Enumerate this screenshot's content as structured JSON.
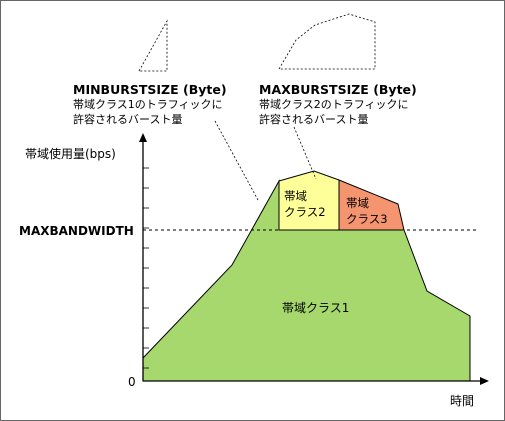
{
  "labels": {
    "minburst_title": "MINBURSTSIZE (Byte)",
    "minburst_desc_line1": "帯域クラス1のトラフィックに",
    "minburst_desc_line2": "許容されるバースト量",
    "maxburst_title": "MAXBURSTSIZE (Byte)",
    "maxburst_desc_line1": "帯域クラス2のトラフィックに",
    "maxburst_desc_line2": "許容されるバースト量",
    "y_axis": "帯域使用量(bps)",
    "x_axis": "時間",
    "maxbandwidth": "MAXBANDWIDTH",
    "zero": "0"
  },
  "regions": {
    "class1": "帯域クラス1",
    "class2_line1": "帯域",
    "class2_line2": "クラス2",
    "class3_line1": "帯域",
    "class3_line2": "クラス3"
  },
  "colors": {
    "class1_fill": "#a6d86e",
    "class2_fill": "#ffff99",
    "class3_fill": "#f4956f",
    "line": "#000000",
    "frame": "#666666"
  }
}
